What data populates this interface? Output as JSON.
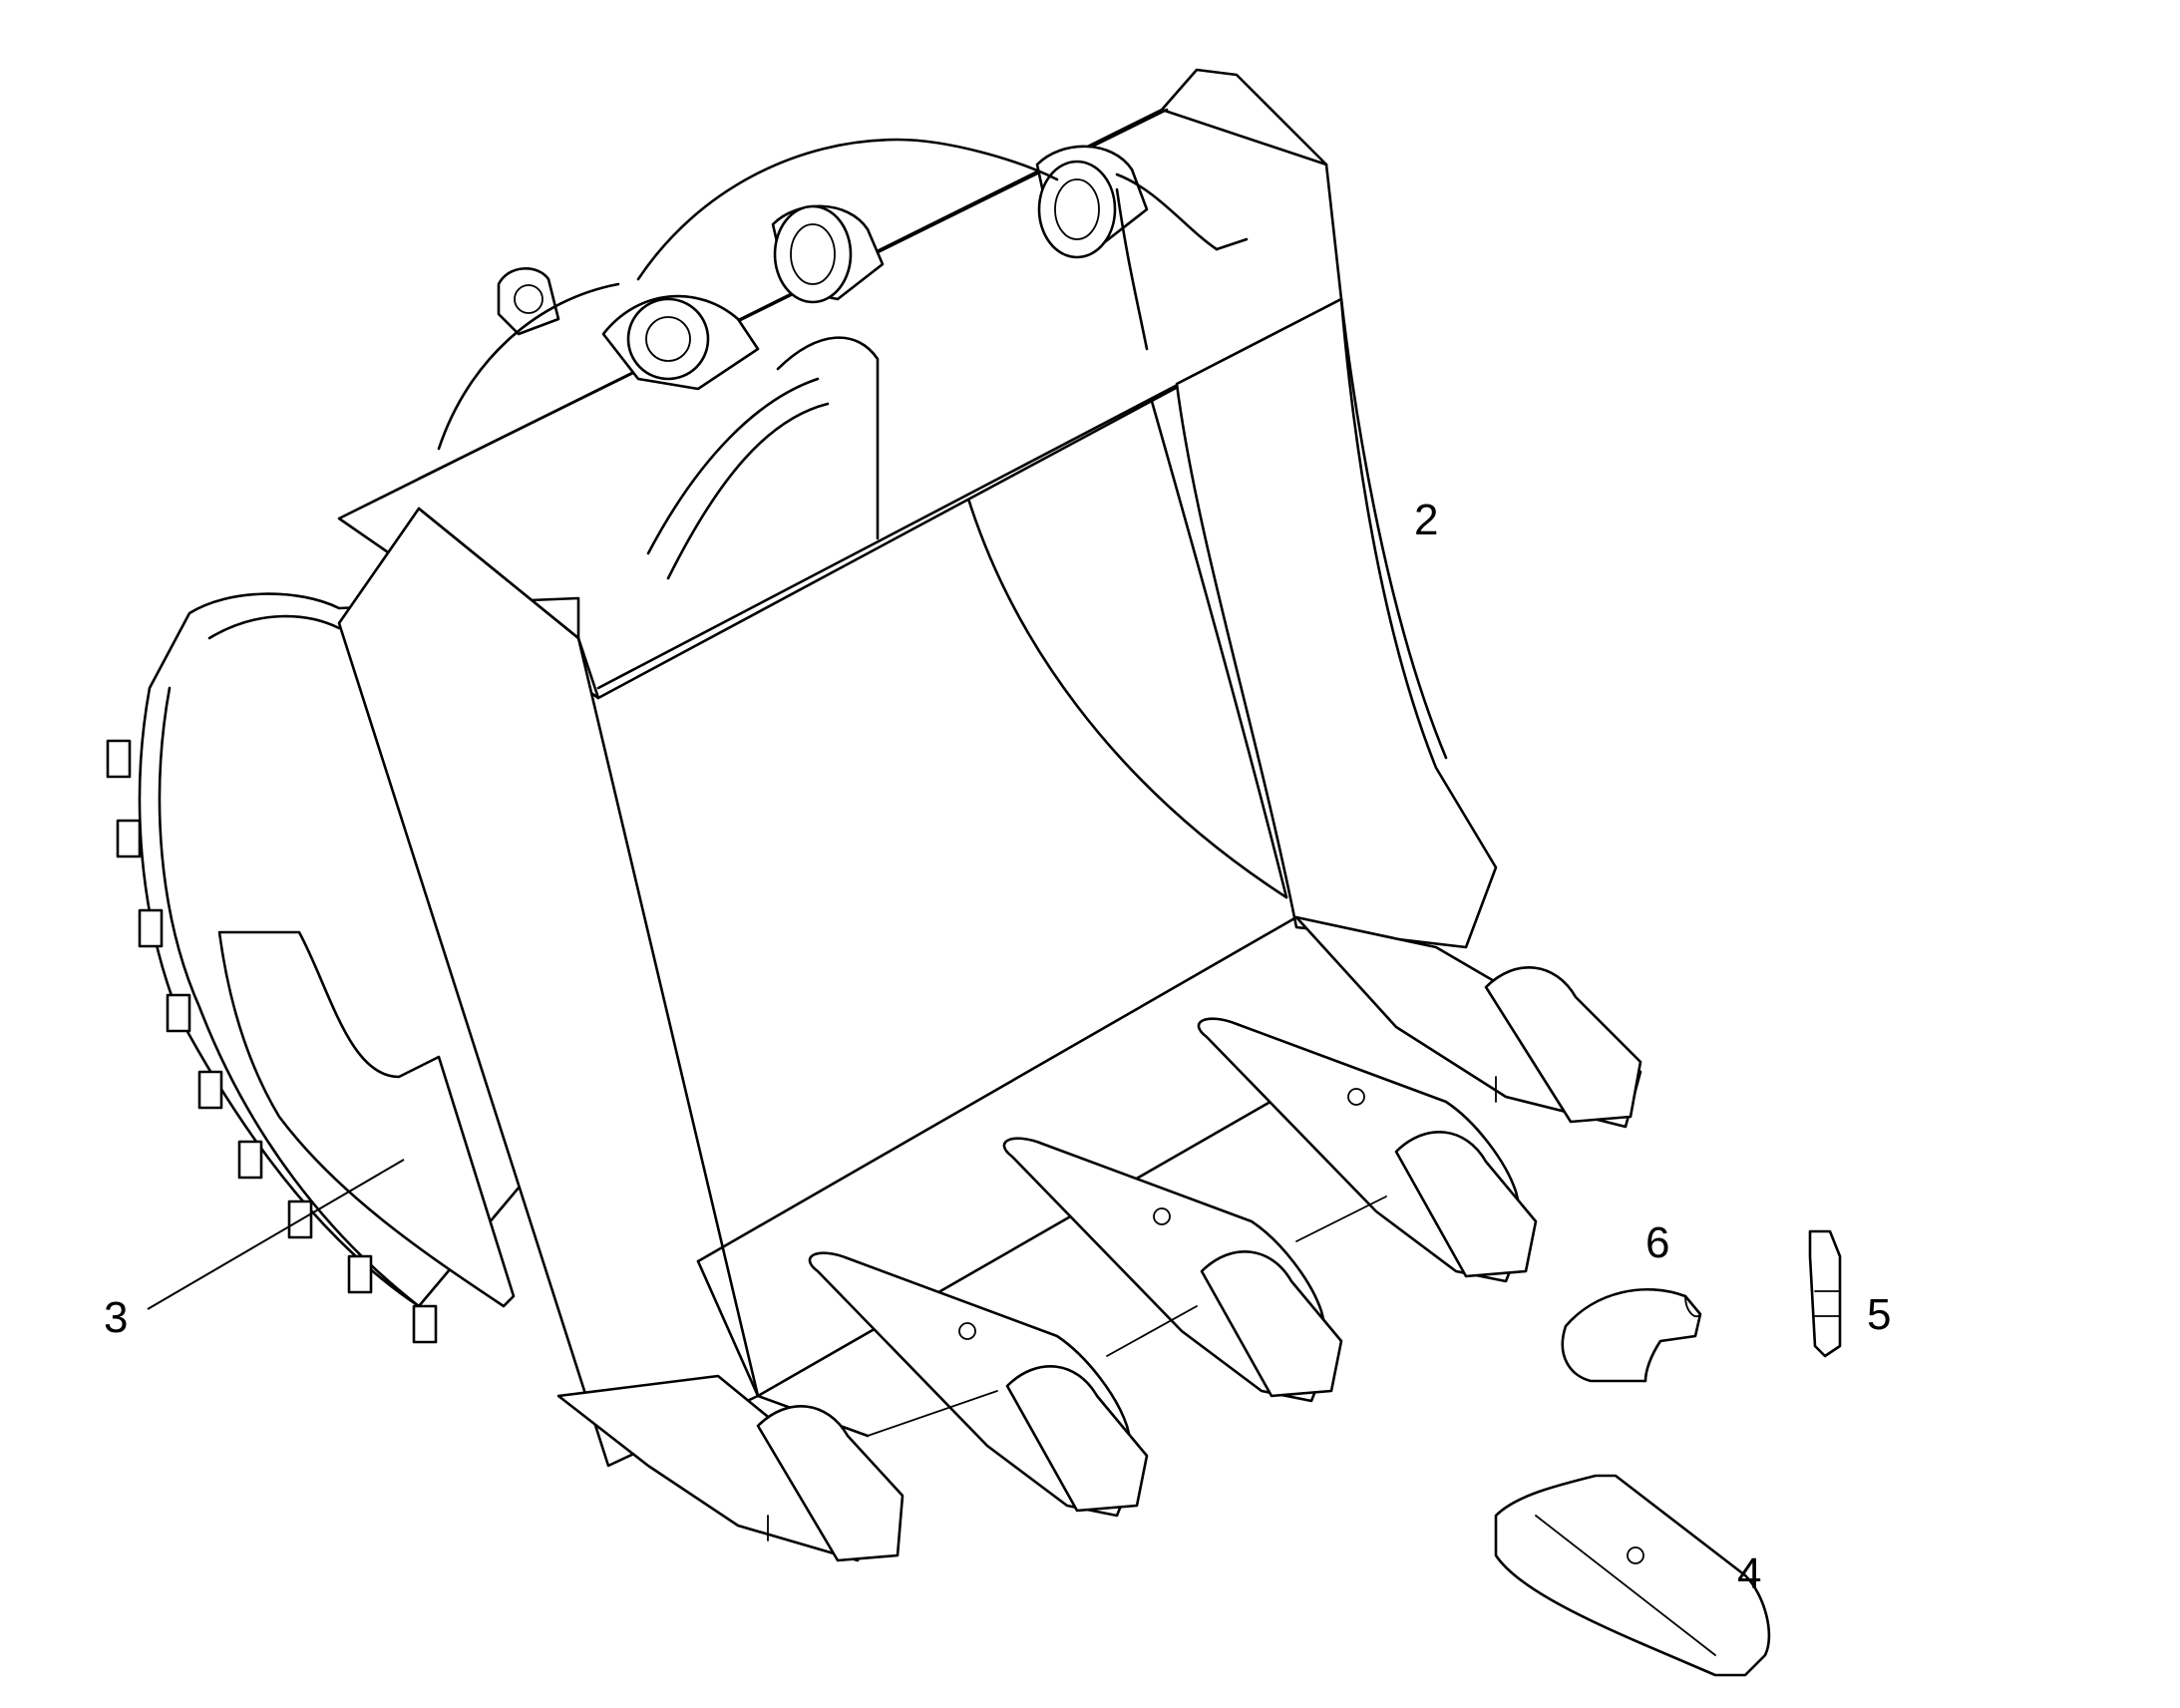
{
  "callouts": {
    "bucket": "2",
    "side_cutter": "3",
    "tooth": "4",
    "lock_pin": "5",
    "retainer": "6"
  }
}
